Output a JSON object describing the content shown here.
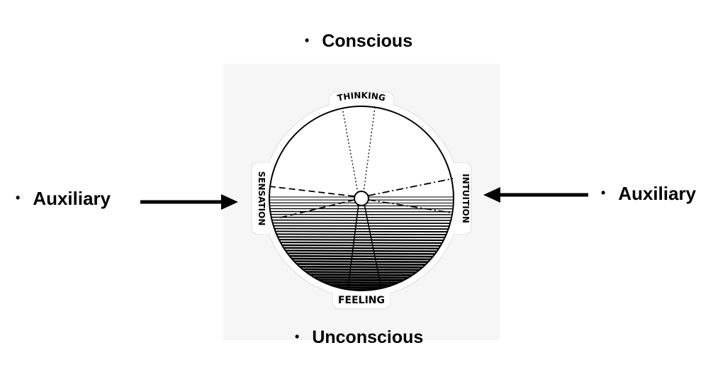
{
  "labels": {
    "top": "Conscious",
    "bottom": "Unconscious",
    "left": "Auxiliary",
    "right": "Auxiliary",
    "bullet": "•"
  },
  "diagram": {
    "functions": {
      "top": "THINKING",
      "bottom": "FEELING",
      "left": "SENSATION",
      "right": "INTUITION"
    }
  },
  "colors": {
    "ink": "#000000",
    "panel": "#f6f6f6",
    "sticker": "#ffffff"
  }
}
